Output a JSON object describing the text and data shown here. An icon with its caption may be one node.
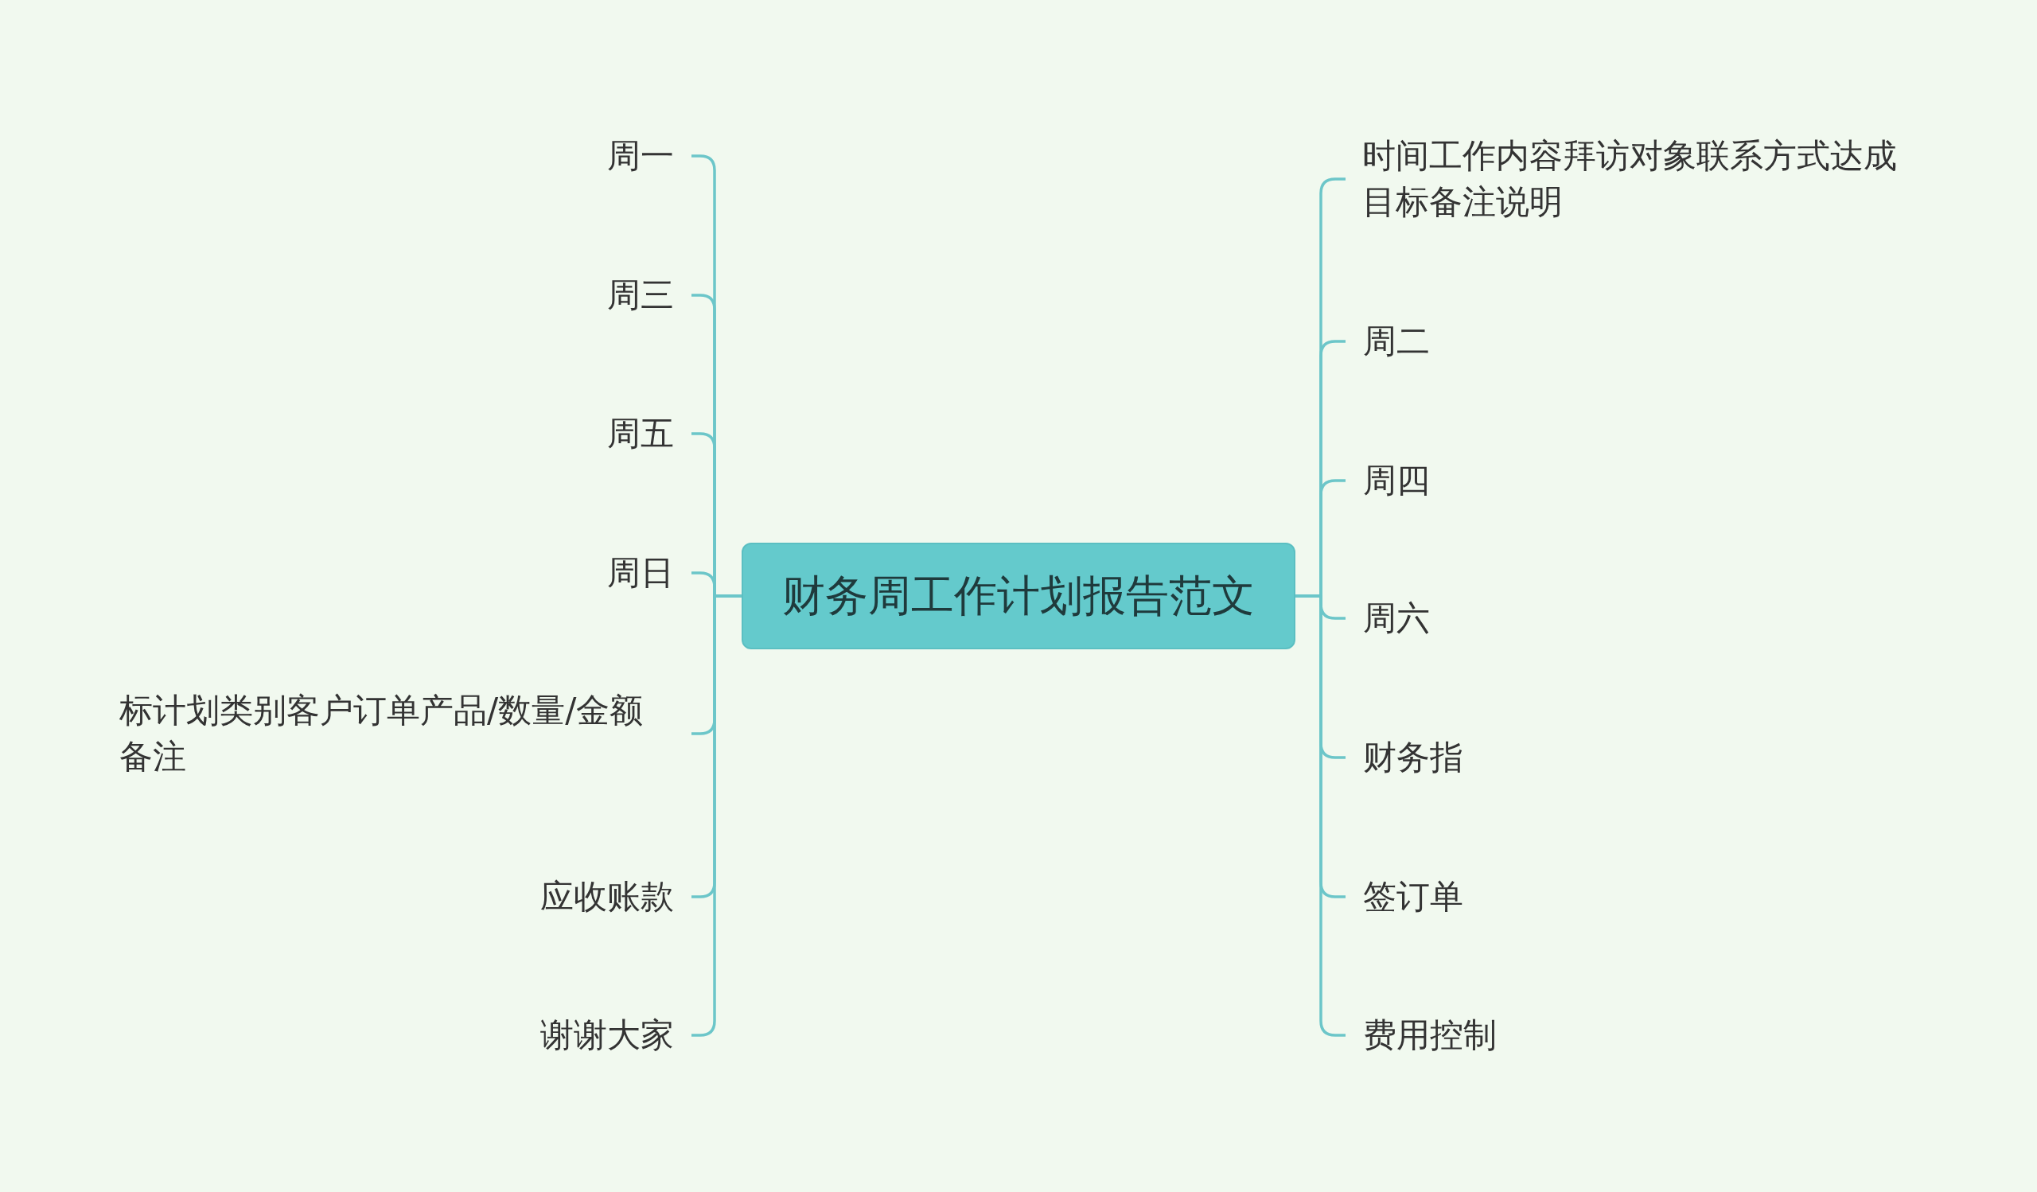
{
  "diagram": {
    "nodes": [
      {
        "text": [
          "财务周工作计划报告范文"
        ]
      },
      {
        "text": [
          "周一"
        ]
      },
      {
        "text": [
          "周三"
        ]
      },
      {
        "text": [
          "周五"
        ]
      },
      {
        "text": [
          "周日"
        ]
      },
      {
        "text": [
          "标计划类别客户订单产品/数量/金额备注"
        ]
      },
      {
        "text": [
          "应收账款"
        ]
      },
      {
        "text": [
          "谢谢大家"
        ]
      },
      {
        "text": [
          "时间工作内容拜访对象联系方式达成目标备注说明"
        ]
      },
      {
        "text": [
          "周二"
        ]
      },
      {
        "text": [
          "周四"
        ]
      },
      {
        "text": [
          "周六"
        ]
      },
      {
        "text": [
          "财务指"
        ]
      },
      {
        "text": [
          "签订单"
        ]
      },
      {
        "text": [
          "费用控制"
        ]
      }
    ],
    "edges": [
      {
        "from": 0,
        "to": 1,
        "arrow": "none"
      },
      {
        "from": 0,
        "to": 2,
        "arrow": "none"
      },
      {
        "from": 0,
        "to": 3,
        "arrow": "none"
      },
      {
        "from": 0,
        "to": 4,
        "arrow": "none"
      },
      {
        "from": 0,
        "to": 5,
        "arrow": "none"
      },
      {
        "from": 0,
        "to": 6,
        "arrow": "none"
      },
      {
        "from": 0,
        "to": 7,
        "arrow": "none"
      },
      {
        "from": 0,
        "to": 8,
        "arrow": "none"
      },
      {
        "from": 0,
        "to": 9,
        "arrow": "none"
      },
      {
        "from": 0,
        "to": 10,
        "arrow": "none"
      },
      {
        "from": 0,
        "to": 11,
        "arrow": "none"
      },
      {
        "from": 0,
        "to": 12,
        "arrow": "none"
      },
      {
        "from": 0,
        "to": 13,
        "arrow": "none"
      },
      {
        "from": 0,
        "to": 14,
        "arrow": "none"
      }
    ]
  }
}
